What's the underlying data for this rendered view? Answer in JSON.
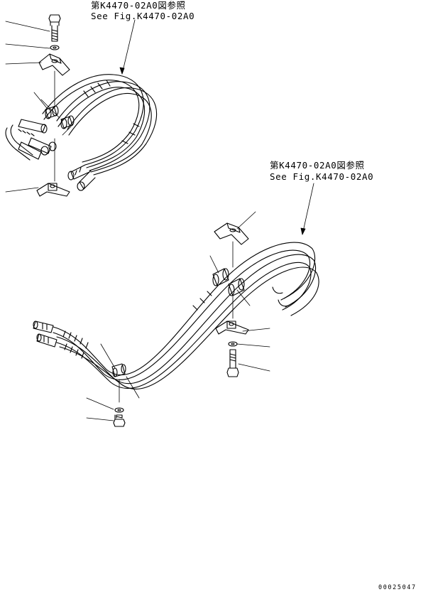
{
  "references": [
    {
      "jp": "第K4470-02A0図参照",
      "en": "See Fig.K4470-02A0"
    },
    {
      "jp": "第K4470-02A0図参照",
      "en": "See Fig.K4470-02A0"
    }
  ],
  "drawing_code": "00025047"
}
